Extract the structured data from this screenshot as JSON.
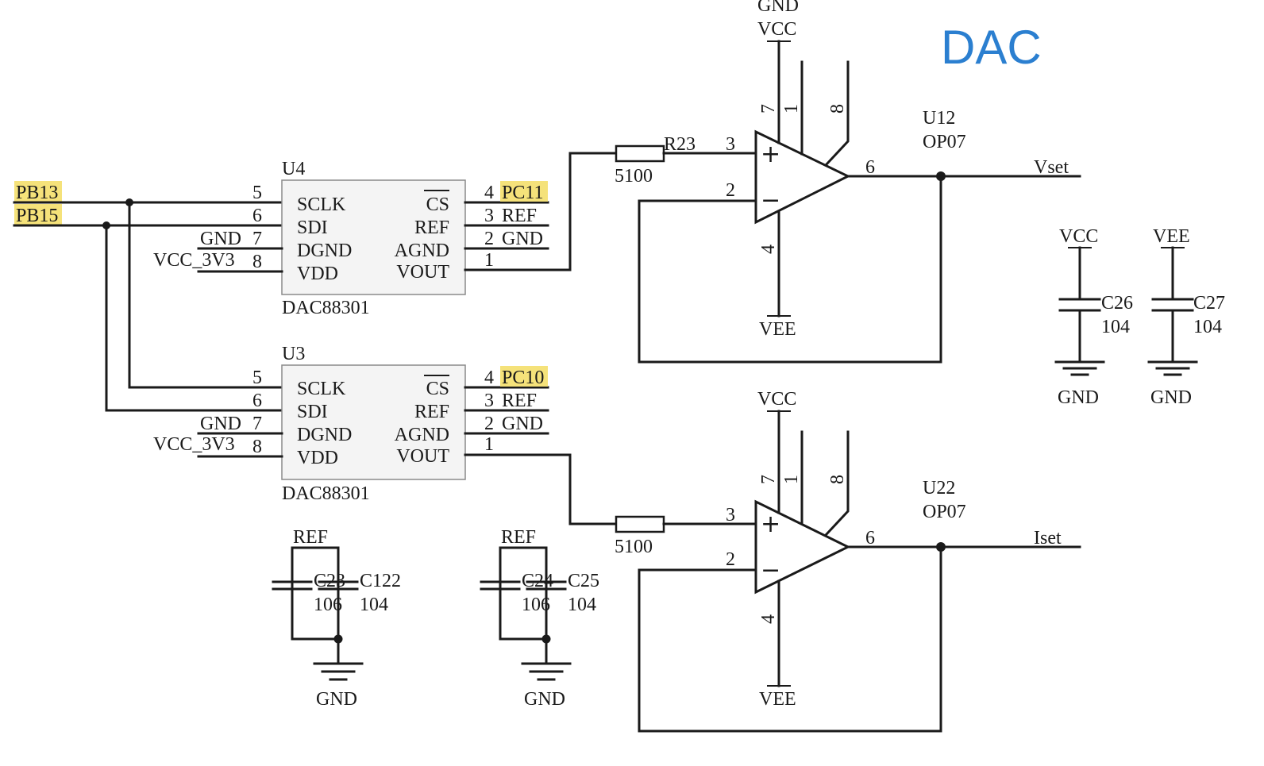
{
  "title": "DAC",
  "colors": {
    "title": "#2b7fd0",
    "net_highlight": "#f5e27a",
    "ink": "#1a1a1a",
    "ic_body": "#f4f4f4"
  },
  "nets": {
    "pb13": "PB13",
    "pb15": "PB15",
    "pc11": "PC11",
    "pc10": "PC10",
    "vset": "Vset",
    "iset": "Iset"
  },
  "u4": {
    "ref": "U4",
    "part": "DAC88301",
    "pins_left": [
      "SCLK",
      "SDI",
      "DGND",
      "VDD"
    ],
    "pins_right": [
      "CS",
      "REF",
      "AGND",
      "VOUT"
    ],
    "left_nums": [
      "5",
      "6",
      "7",
      "8"
    ],
    "right_nums": [
      "4",
      "3",
      "2",
      "1"
    ],
    "right_nets": [
      "REF",
      "GND"
    ],
    "left_nets": [
      "GND",
      "VCC_3V3"
    ]
  },
  "u3": {
    "ref": "U3",
    "part": "DAC88301",
    "pins_left": [
      "SCLK",
      "SDI",
      "DGND",
      "VDD"
    ],
    "pins_right": [
      "CS",
      "REF",
      "AGND",
      "VOUT"
    ],
    "left_nums": [
      "5",
      "6",
      "7",
      "8"
    ],
    "right_nums": [
      "4",
      "3",
      "2",
      "1"
    ],
    "right_nets": [
      "REF",
      "GND"
    ],
    "left_nets": [
      "GND",
      "VCC_3V3"
    ]
  },
  "u12": {
    "ref": "U12",
    "part": "OP07",
    "pins": {
      "noninv": "3",
      "inv": "2",
      "out": "6",
      "vpos": "7",
      "vneg": "4",
      "p1": "1",
      "p8": "8"
    },
    "plus": "+",
    "minus": "−",
    "vcc": "VCC",
    "vee": "VEE",
    "gnd_top": "GND",
    "resistor_ref": "R23",
    "resistor_val": "5100"
  },
  "u22": {
    "ref": "U22",
    "part": "OP07",
    "pins": {
      "noninv": "3",
      "inv": "2",
      "out": "6",
      "vpos": "7",
      "vneg": "4",
      "p1": "1",
      "p8": "8"
    },
    "plus": "+",
    "minus": "−",
    "vcc": "VCC",
    "vee": "VEE",
    "resistor_val": "5100"
  },
  "caps": {
    "c26": {
      "ref": "C26",
      "val": "104",
      "net": "VCC",
      "gnd": "GND"
    },
    "c27": {
      "ref": "C27",
      "val": "104",
      "net": "VEE",
      "gnd": "GND"
    },
    "c23": {
      "ref": "C23",
      "val": "106"
    },
    "c122": {
      "ref": "C122",
      "val": "104"
    },
    "c24": {
      "ref": "C24",
      "val": "106"
    },
    "c25": {
      "ref": "C25",
      "val": "104"
    },
    "ref_net": "REF",
    "gnd": "GND"
  }
}
